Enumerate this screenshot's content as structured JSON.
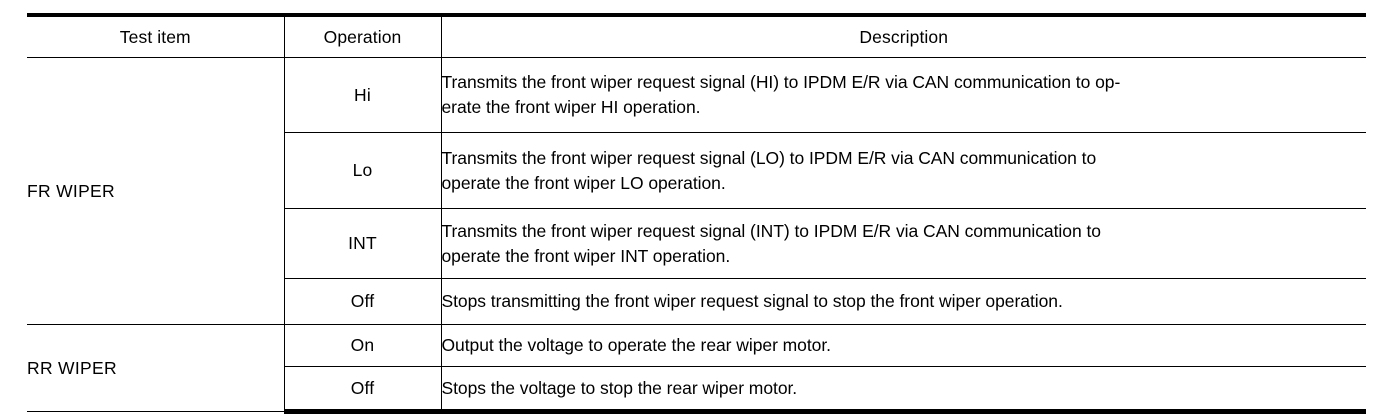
{
  "table": {
    "name": "active-test-table",
    "columns": [
      {
        "key": "test_item",
        "label": "Test item",
        "align": "center"
      },
      {
        "key": "operation",
        "label": "Operation",
        "align": "center"
      },
      {
        "key": "description",
        "label": "Description",
        "align": "center"
      }
    ],
    "groups": [
      {
        "test_item": "FR WIPER",
        "rows": [
          {
            "operation": "Hi",
            "description": "Transmits the front wiper request signal (HI) to IPDM E/R via CAN communication to operate the front wiper HI operation.",
            "description_line1": "Transmits the front wiper request signal (HI) to IPDM E/R via CAN communication to op-",
            "description_line2": "erate the front wiper HI operation."
          },
          {
            "operation": "Lo",
            "description": "Transmits the front wiper request signal (LO) to IPDM E/R via CAN communication to operate the front wiper LO operation.",
            "description_line1": "Transmits the front wiper request signal (LO) to IPDM E/R via CAN communication to",
            "description_line2": "operate the front wiper LO operation."
          },
          {
            "operation": "INT",
            "description": "Transmits the front wiper request signal (INT) to IPDM E/R via CAN communication to operate the front wiper INT operation.",
            "description_line1": "Transmits the front wiper request signal (INT) to IPDM E/R via CAN communication to",
            "description_line2": "operate the front wiper INT operation."
          },
          {
            "operation": "Off",
            "description": "Stops transmitting the front wiper request signal to stop the front wiper operation.",
            "description_line1": "Stops transmitting the front wiper request signal to stop the front wiper operation.",
            "description_line2": ""
          }
        ]
      },
      {
        "test_item": "RR WIPER",
        "rows": [
          {
            "operation": "On",
            "description": "Output the voltage to operate the rear wiper motor.",
            "description_line1": "Output the voltage to operate the rear wiper motor.",
            "description_line2": ""
          },
          {
            "operation": "Off",
            "description": "Stops the voltage to stop the rear wiper motor.",
            "description_line1": "Stops the voltage to stop the rear wiper motor.",
            "description_line2": ""
          }
        ]
      }
    ]
  },
  "colors": {
    "background": "#ffffff",
    "text": "#000000",
    "rule": "#000000"
  }
}
